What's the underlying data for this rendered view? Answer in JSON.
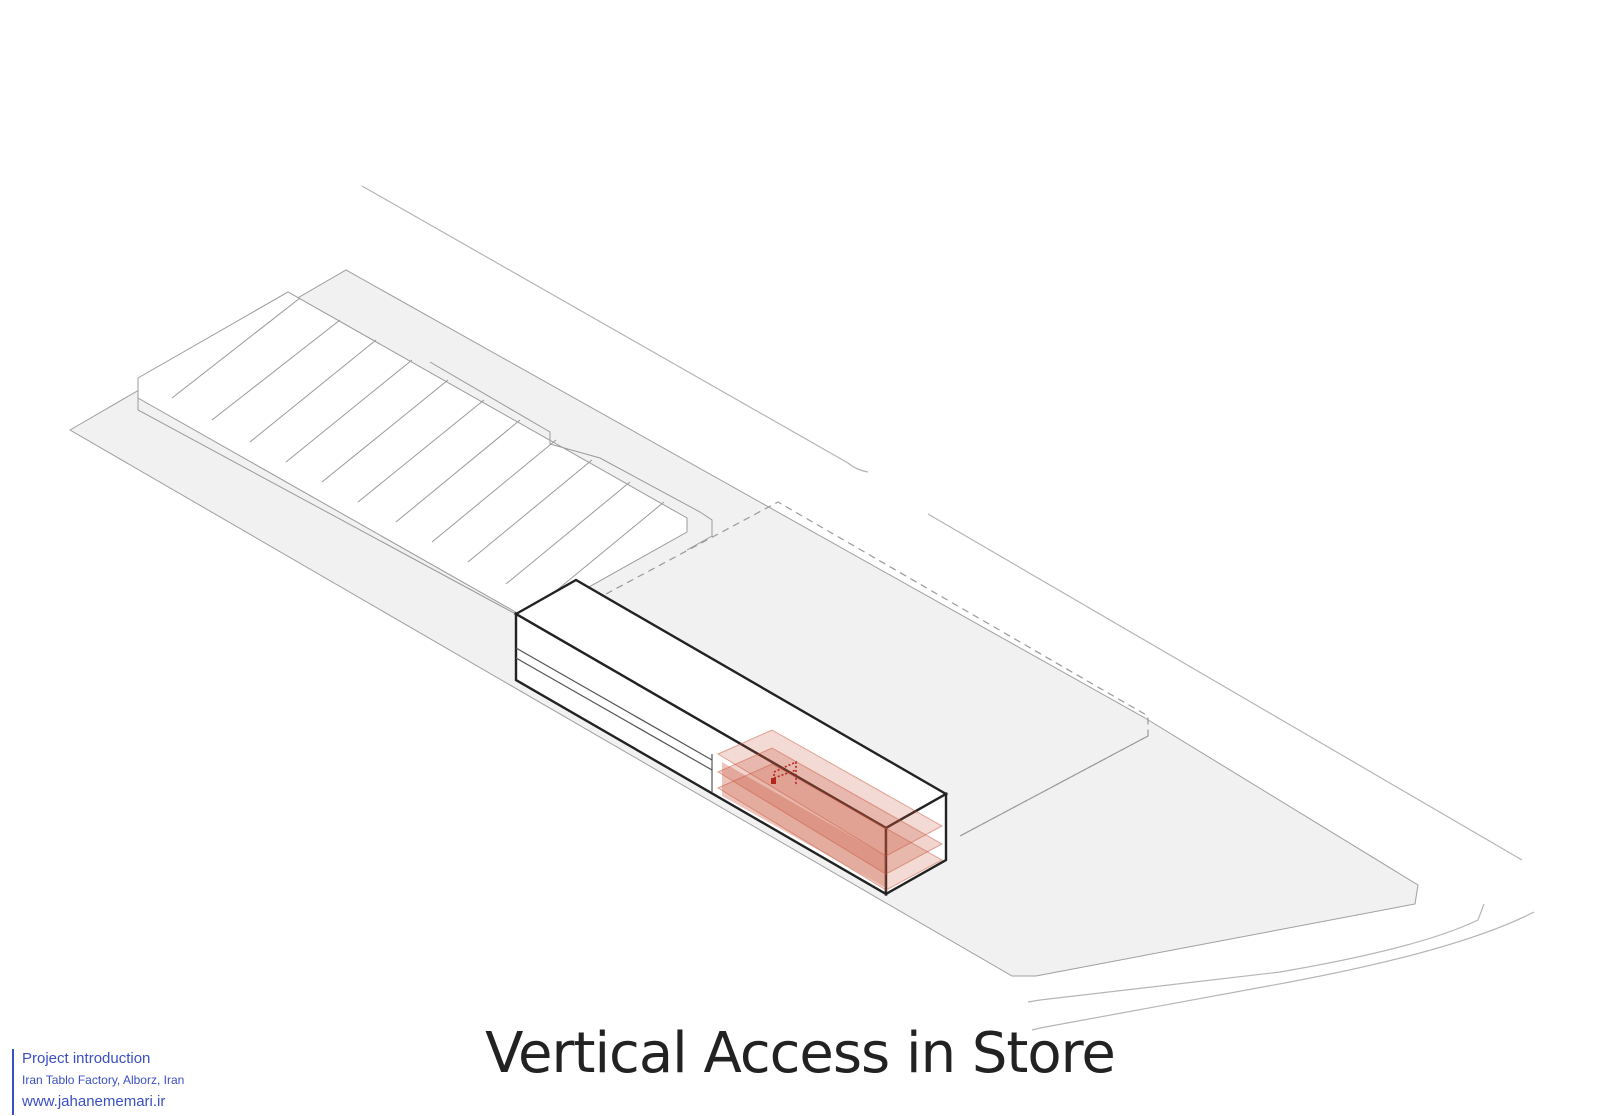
{
  "diagram": {
    "title": "Vertical Access in Store",
    "highlight_color": "#c8553d",
    "ground_color": "#f1f1f1",
    "line_color": "#9a9a9a",
    "emphasis_line_color": "#222222"
  },
  "credit": {
    "line1": "Project introduction",
    "line2": "Iran Tablo Factory, Alborz, Iran",
    "line3": "www.jahanememari.ir",
    "color": "#3b4fc4"
  }
}
